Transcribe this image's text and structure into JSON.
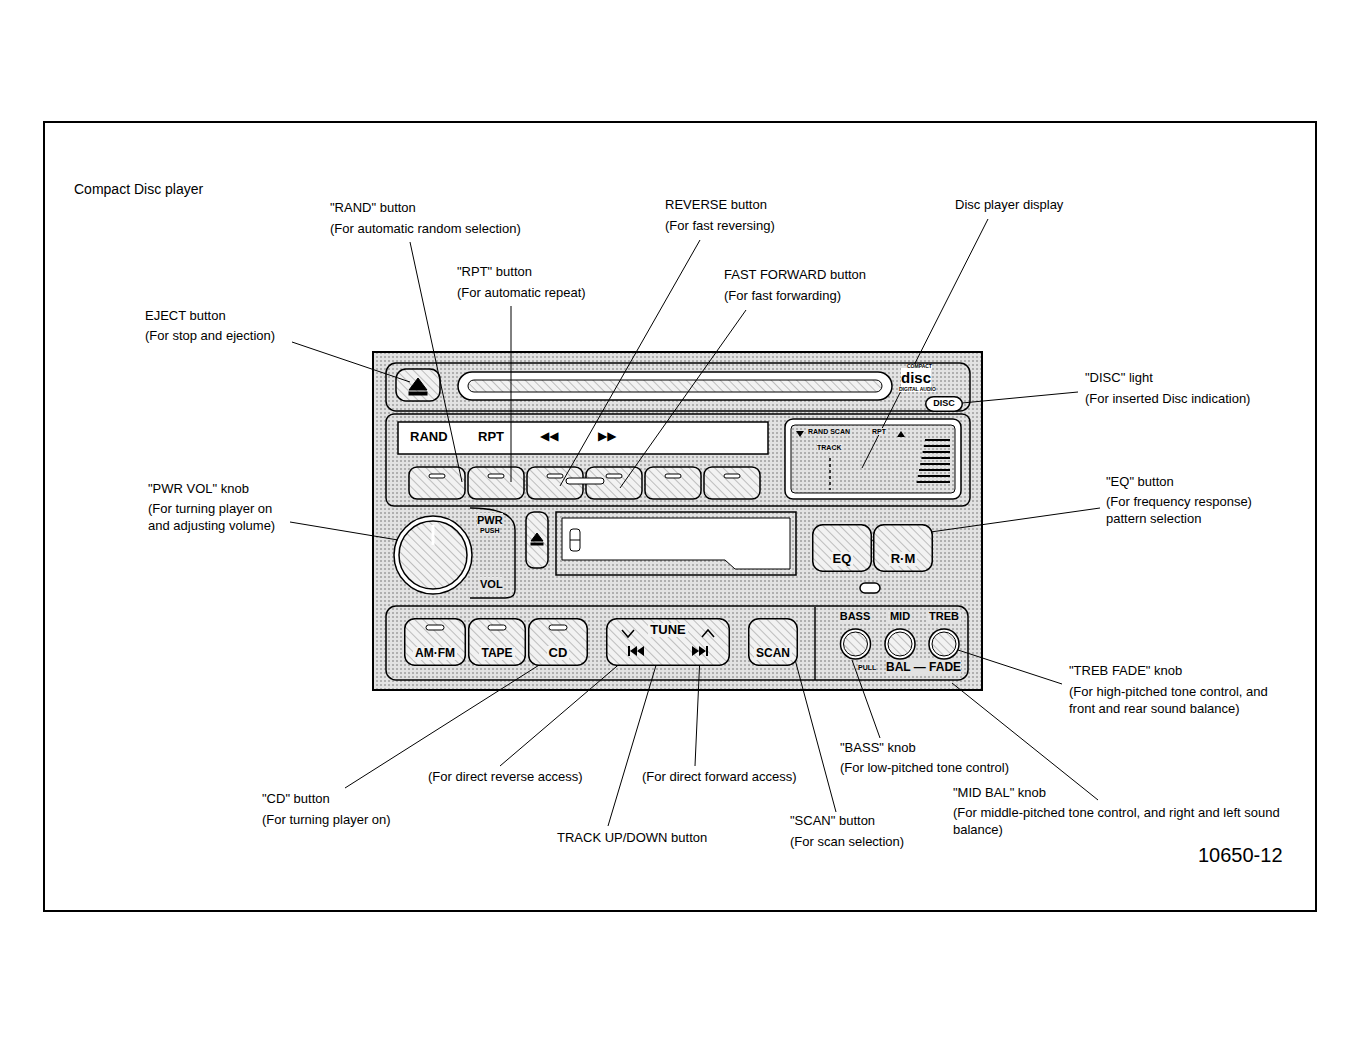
{
  "diagram": {
    "title": "Compact Disc player",
    "nodes": [
      {
        "text": [
          "DISC"
        ]
      },
      {
        "text": [
          "EQ"
        ]
      },
      {
        "text": [
          "R·M"
        ]
      },
      {
        "text": [
          "AM·FM"
        ]
      },
      {
        "text": [
          "TAPE"
        ]
      },
      {
        "text": [
          "CD"
        ]
      },
      {
        "text": [
          "TUNE"
        ]
      },
      {
        "text": [
          "SCAN"
        ]
      },
      {
        "text": [
          "BASS"
        ]
      },
      {
        "text": [
          "MID"
        ]
      },
      {
        "text": [
          "TREB"
        ]
      }
    ],
    "labels": [
      "\"RAND\" button",
      "(For automatic random selection)",
      "\"RPT\" button",
      "(For automatic repeat)",
      "REVERSE button",
      "(For fast reversing)",
      "FAST FORWARD button",
      "(For fast forwarding)",
      "Disc player display",
      "EJECT button",
      "(For stop and ejection)",
      "\"DISC\" light",
      "(For inserted Disc indication)",
      "\"PWR VOL\" knob",
      "(For turning player on and adjusting volume)",
      "\"EQ\" button",
      "(For frequency response) pattern selection",
      "\"TREB FADE\" knob",
      "(For high-pitched tone control, and front and rear sound balance)",
      "\"BASS\" knob",
      "(For low-pitched tone control)",
      "\"MID BAL\" knob",
      "(For middle-pitched tone control, and right and left sound balance)",
      "\"SCAN\" button",
      "(For scan selection)",
      "TRACK UP/DOWN button",
      "(For direct reverse access)",
      "(For direct forward access)",
      "\"CD\" button",
      "(For turning player on)",
      "10650-12",
      "RAND",
      "RPT",
      "◀◀",
      "▶▶",
      "COMPACT",
      "disc",
      "DIGITAL AUDIO",
      "RAND SCAN",
      "RPT",
      "TRACK",
      "PWR",
      "PUSH",
      "VOL",
      "PULL",
      "BAL — FADE"
    ]
  }
}
